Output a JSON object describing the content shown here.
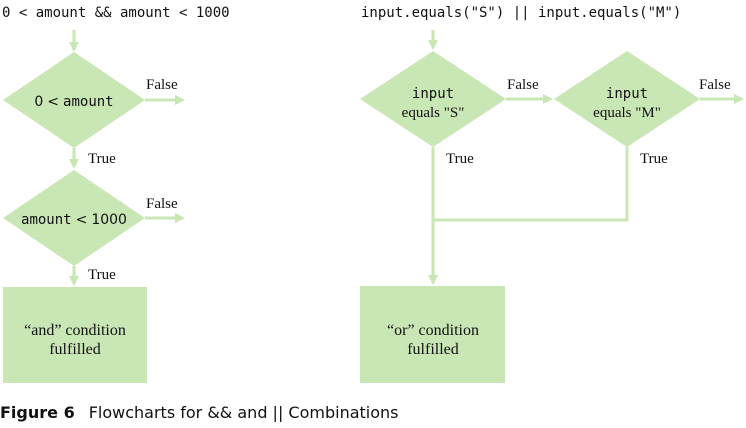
{
  "left": {
    "expression": "0 < amount && amount < 1000",
    "decision1": {
      "part1": "0",
      "op": "<",
      "part2": "amount"
    },
    "decision2": {
      "part1": "amount",
      "op": "<",
      "part2": "1000"
    },
    "false1": "False",
    "true1": "True",
    "false2": "False",
    "true2": "True",
    "result_line1": "“and” condition",
    "result_line2": "fulfilled"
  },
  "right": {
    "expression": "input.equals(\"S\") || input.equals(\"M\")",
    "decision1": {
      "line1": "input",
      "line2": "equals \"S\""
    },
    "decision2": {
      "line1": "input",
      "line2": "equals \"M\""
    },
    "false1": "False",
    "true1": "True",
    "false2": "False",
    "true2": "True",
    "result_line1": "“or” condition",
    "result_line2": "fulfilled"
  },
  "caption": {
    "number": "Figure 6",
    "text": "Flowcharts for && and || Combinations"
  },
  "colors": {
    "shape_fill": "#c9e6b5",
    "connector": "#c9e6b5",
    "text": "#111111"
  }
}
